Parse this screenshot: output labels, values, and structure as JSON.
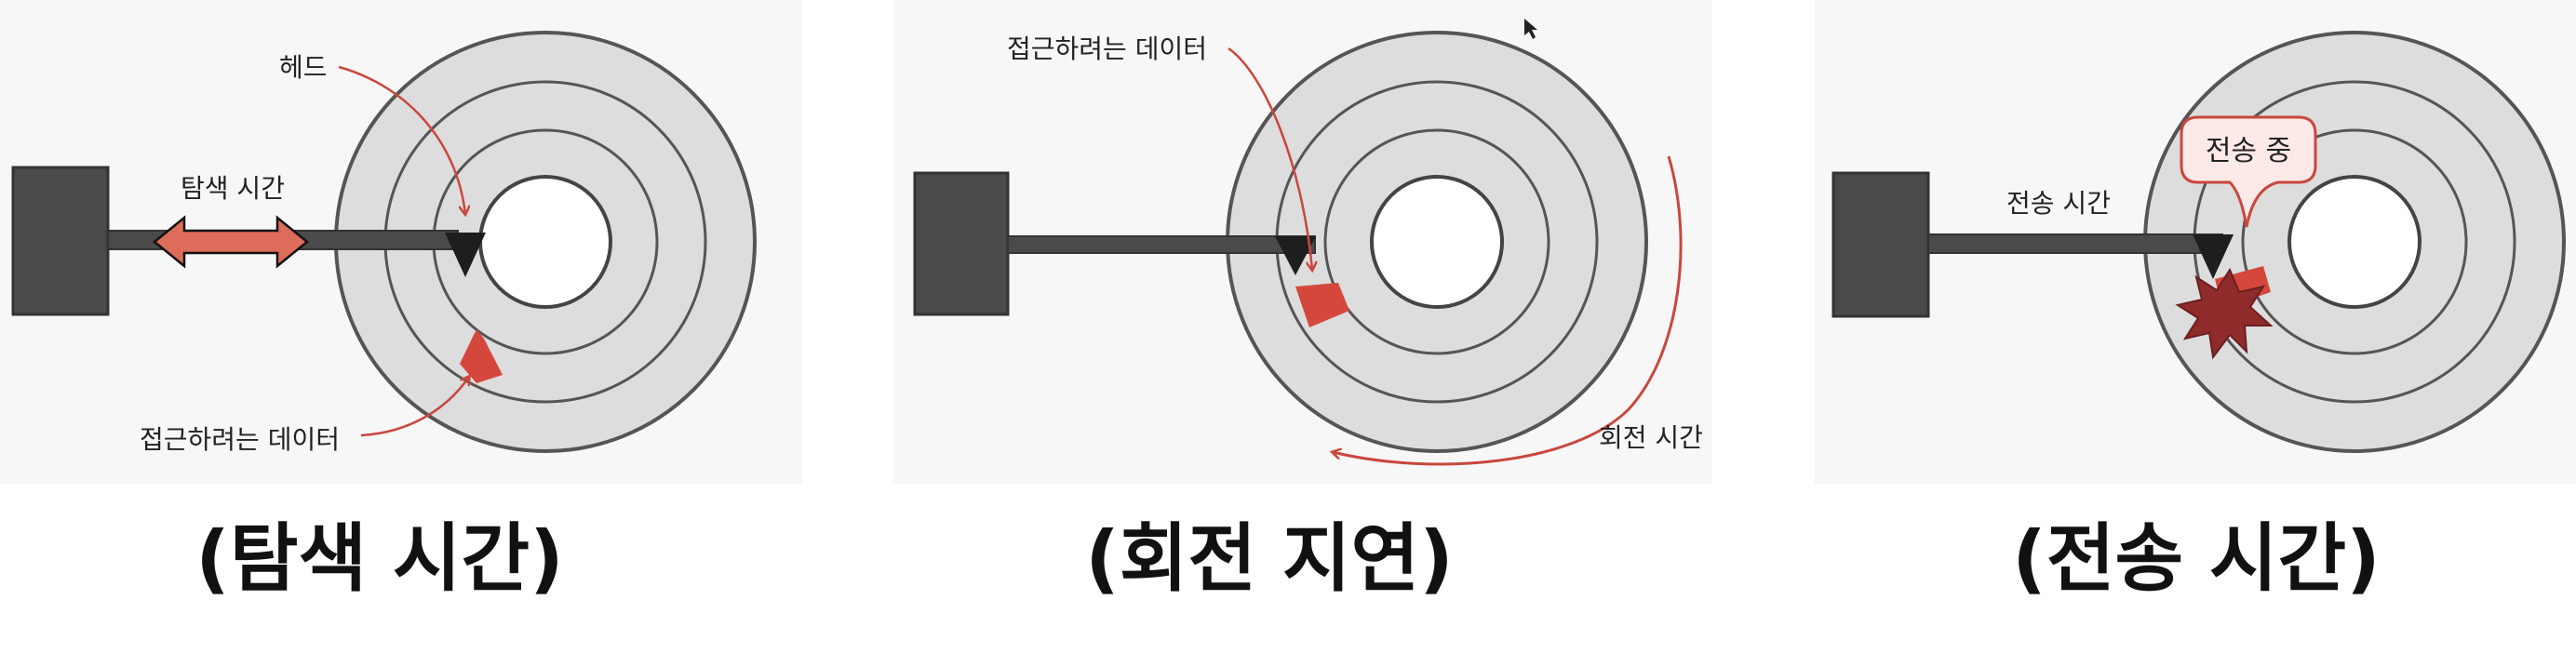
{
  "panels": [
    {
      "head_label": "헤드",
      "time_label": "탐색 시간",
      "data_label": "접근하려는 데이터",
      "caption": "(탐색 시간)"
    },
    {
      "data_label": "접근하려는 데이터",
      "rotation_label": "회전 시간",
      "caption": "(회전 지연)"
    },
    {
      "time_label": "전송 시간",
      "bubble_label": "전송 중",
      "caption": "(전송 시간)"
    }
  ],
  "colors": {
    "panel_bg": "#f7f7f7",
    "platter": "#dddddd",
    "track": "#555555",
    "arm": "#4a4a4a",
    "data_sector": "#d5473c",
    "seek_arrow": "#de6c5a",
    "annotation": "#c9473d",
    "burst": "#8f2b2b",
    "bubble_fill": "#fde9e7"
  }
}
